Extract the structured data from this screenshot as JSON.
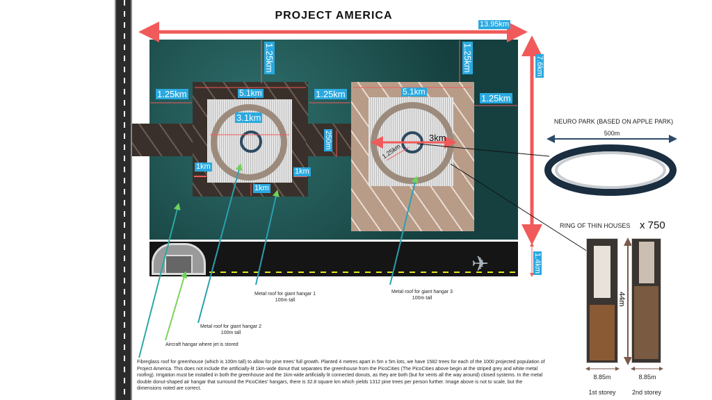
{
  "title": "PROJECT AMERICA",
  "dimensions": {
    "total_width": "13.95km",
    "total_height": "7.6km",
    "runway_height": "1.4km",
    "margin_top_1": "1.25km",
    "margin_top_2": "1.25km",
    "margin_left": "1.25km",
    "margin_mid": "1.25km",
    "margin_right": "1.25km",
    "block_width_1": "5.1km",
    "block_width_2": "5.1km",
    "inner_ring_1": "3.1km",
    "connector": "250m",
    "gap_left": "1km",
    "gap_right": "1km",
    "gap_bottom": "1km",
    "ring_diameter": "3km",
    "ring_radius": "1.25km"
  },
  "annotations": {
    "hangar1": [
      "Metal roof for giant hangar 1",
      "100m tall"
    ],
    "hangar2": [
      "Metal roof for giant hangar 2",
      "100m tall"
    ],
    "hangar3": [
      "Metal roof for giant hangar 3",
      "100m tall"
    ],
    "aircraft": "Aircraft hangar where jet is stored",
    "greenhouse": "Fibreglass roof for greenhouse (which is 100m tall) to allow for pine trees' full growth. Planted 4 metres apart in 5m x 5m lots, we have 1582 trees for each of the 1000 projected population of Project America. This does not include the artificially-lit 1km-wide donut that separates the greenhouse from the PicoCities (The PicoCities above begin at the striped grey and white metal roofing). Irrigation must be installed in both the greenhouse and the 1km-wide artificially lit connected donuts, as they are both (but for vents all the way around) closed systems. In the metal double donut-shaped air hangar that surround the PicoCities' hangars, there is 32.8 square km which yields 1312 pine trees per person further. Image above is not to scale, but the dimensions noted are correct."
  },
  "neuro_park": {
    "title": "NEURO PARK (BASED ON APPLE PARK)",
    "width": "500m"
  },
  "houses": {
    "title": "RING OF THIN HOUSES",
    "count": "x 750",
    "length": "44m",
    "width_1": "8.85m",
    "width_2": "8.85m",
    "storey_1": "1st storey",
    "storey_2": "2nd storey"
  },
  "colors": {
    "arrow": "#f15a5a",
    "label": "#2aa9e0",
    "teal": "#1e4e4c"
  }
}
